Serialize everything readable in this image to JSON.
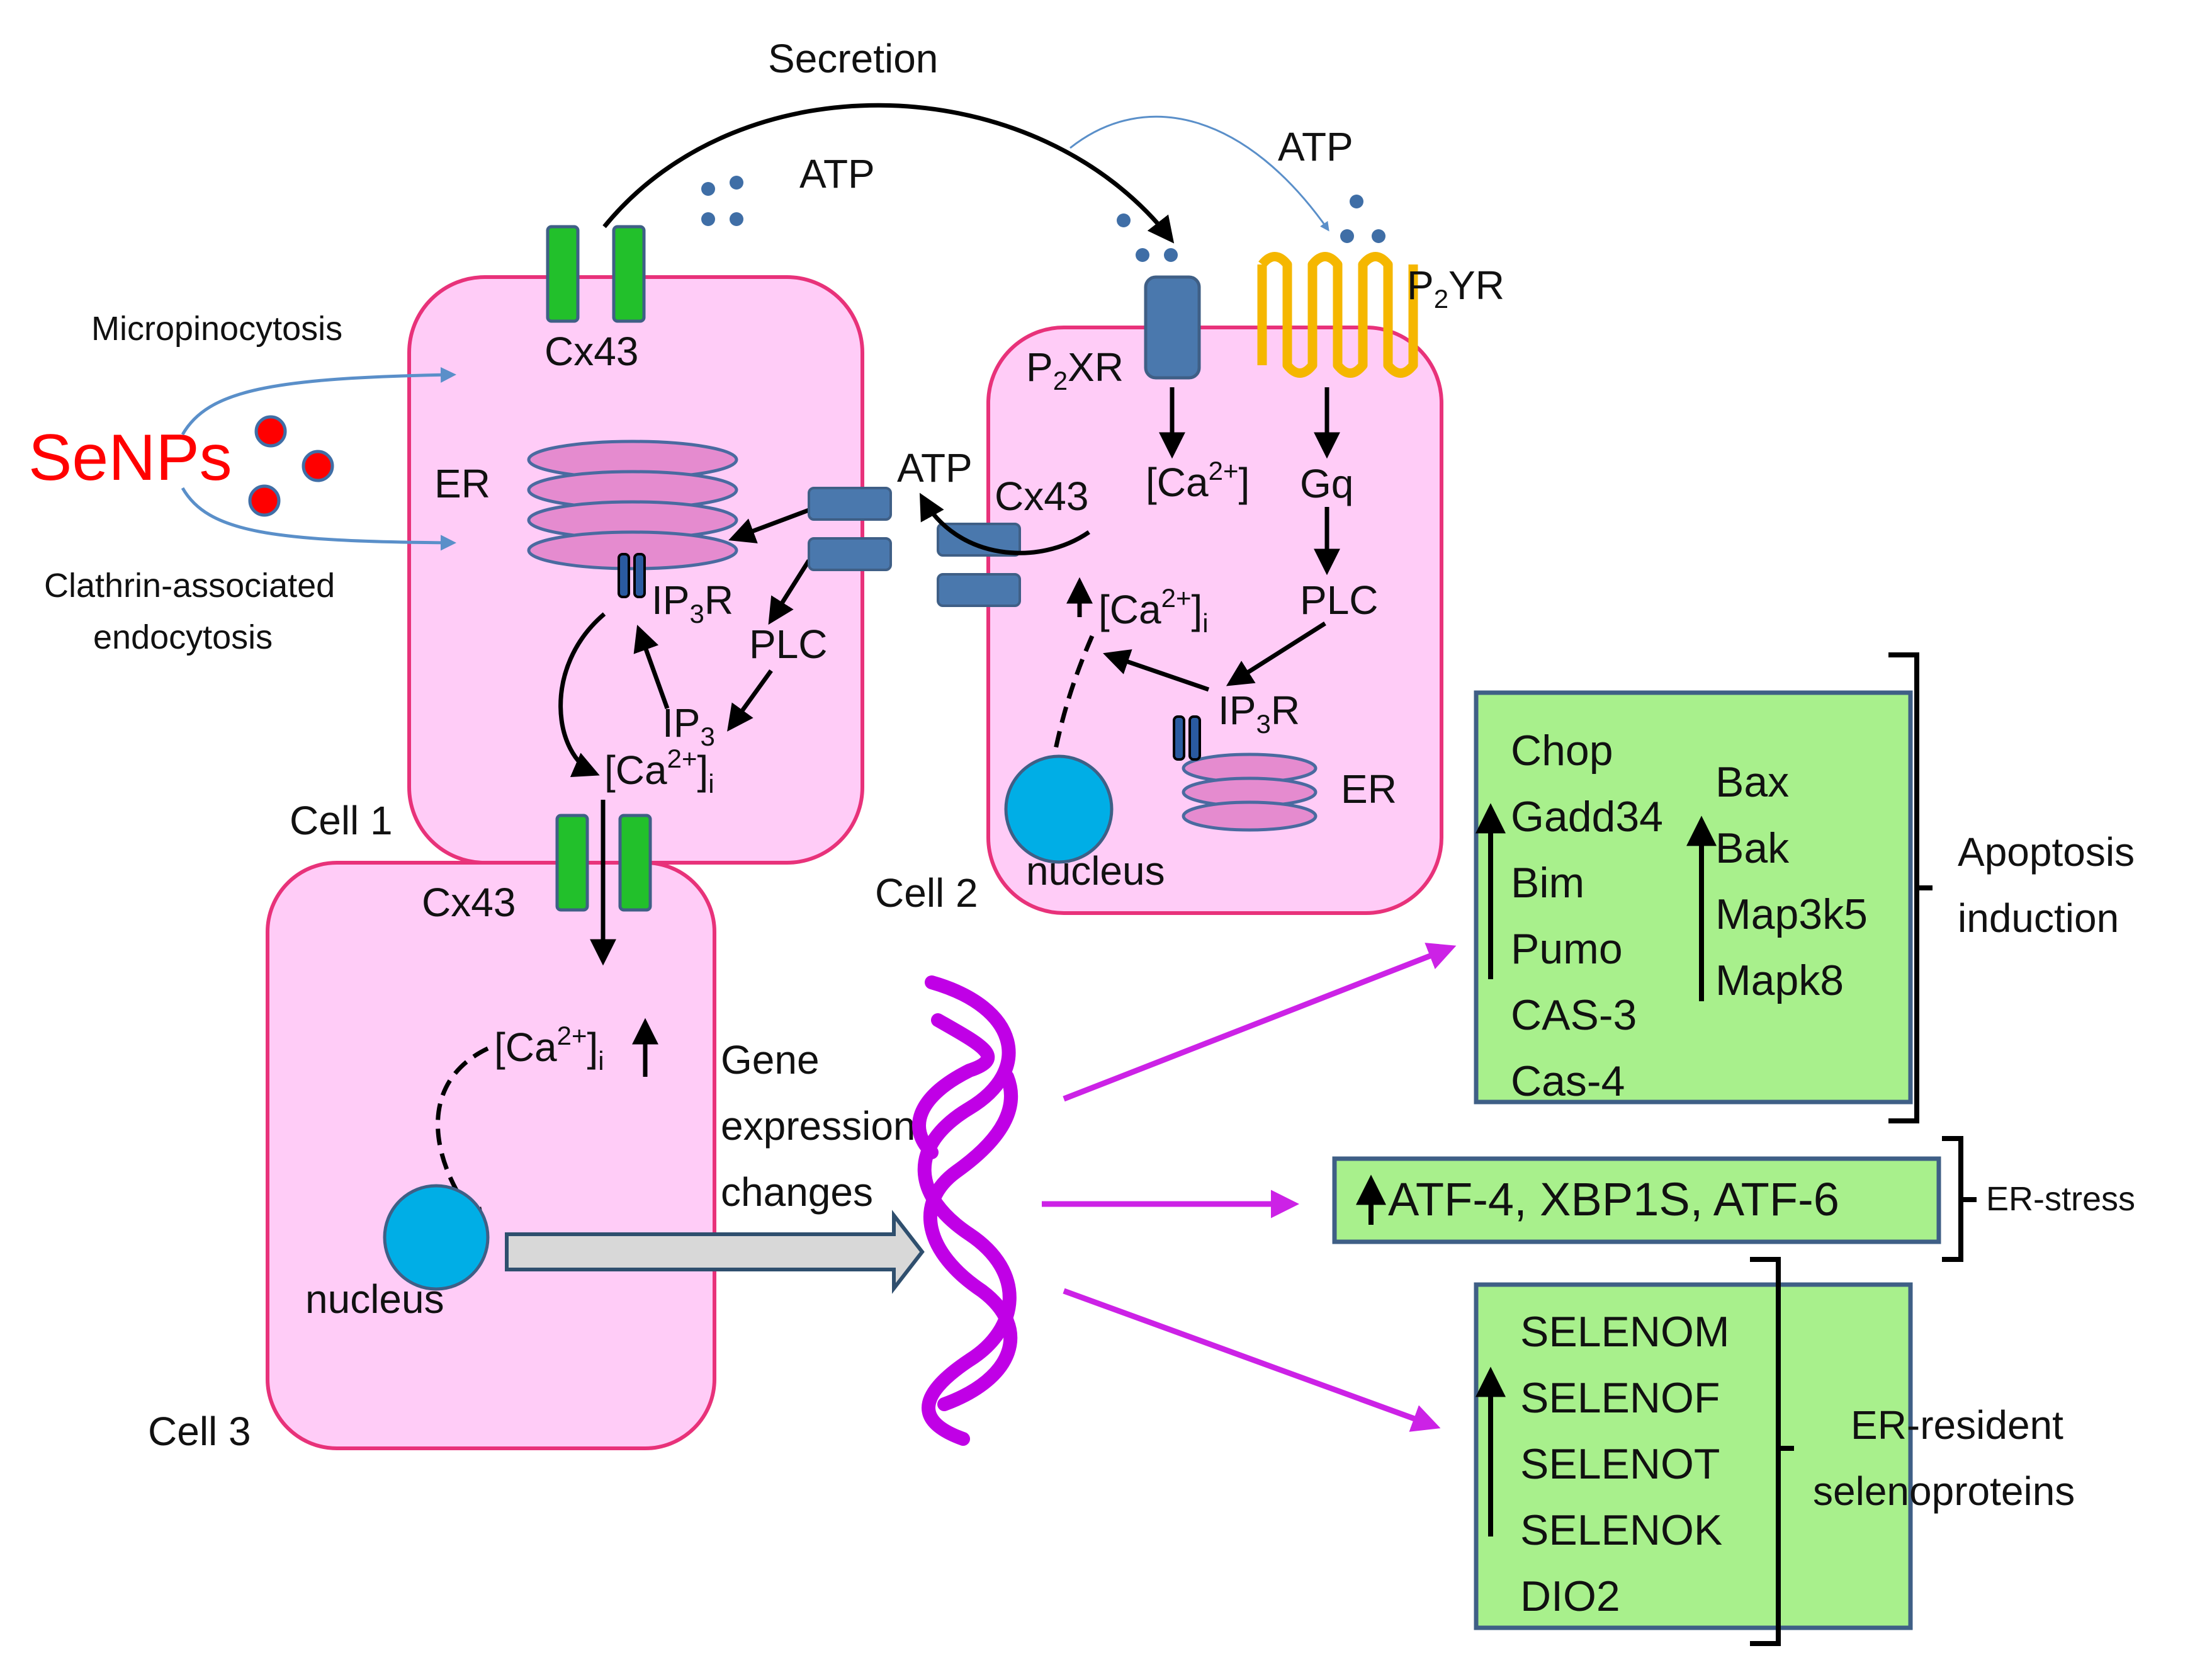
{
  "colors": {
    "cell_fill": "#ffccf7",
    "cell_stroke": "#e8327a",
    "channel_green": "#22c02b",
    "channel_blue": "#4a78ad",
    "er_fill": "#e58bcf",
    "er_stroke": "#4a6aa0",
    "nucleus": "#00aee6",
    "box_fill": "#a8f08c",
    "box_stroke": "#3f5f86",
    "dna": "#c000e6",
    "magenta_arrow": "#cc22e6",
    "senps_red": "#ff0000",
    "p2yr_orange": "#f5b700",
    "uptake_arrow": "#5a8fc9"
  },
  "icons": [
    "atp-dot",
    "senp-particle",
    "gap-junction-connexin",
    "p2x-receptor",
    "p2y-receptor",
    "ip3-receptor",
    "endoplasmic-reticulum",
    "nucleus",
    "dna-helix"
  ],
  "top": {
    "secretion": "Secretion",
    "atp_1": "ATP",
    "atp_2": "ATP"
  },
  "uptake": {
    "senps": "SeNPs",
    "micropinocytosis": "Micropinocytosis",
    "clathrin_line1": "Clathrin-associated",
    "clathrin_line2": "endocytosis"
  },
  "cell1": {
    "label": "Cell 1",
    "cx43": "Cx43",
    "er": "ER",
    "ip3r": "IP",
    "ip3r_sub": "3",
    "ip3r_tail": "R",
    "plc": "PLC",
    "ip3": "IP",
    "ip3_sub": "3",
    "ca": "[Ca",
    "ca_sup": "2+",
    "ca_close": "]",
    "ca_sub": "i"
  },
  "cell2": {
    "label": "Cell 2",
    "p2xr": "P",
    "p2xr_sub": "2",
    "p2xr_tail": "XR",
    "p2yr": "P",
    "p2yr_sub": "2",
    "p2yr_tail": "YR",
    "ca_influx": "[Ca",
    "ca_influx_sup": "2+",
    "ca_influx_close": "]",
    "gq": "Gq",
    "plc": "PLC",
    "ip3r": "IP",
    "ip3r_sub": "3",
    "ip3r_tail": "R",
    "er": "ER",
    "cx43": "Cx43",
    "atp": "ATP",
    "ca_i": "[Ca",
    "ca_i_sup": "2+",
    "ca_i_close": "]",
    "ca_i_sub": "i",
    "nucleus": "nucleus"
  },
  "cell3": {
    "label": "Cell 3",
    "cx43": "Cx43",
    "ca": "[Ca",
    "ca_sup": "2+",
    "ca_close": "]",
    "ca_sub": "i",
    "nucleus": "nucleus",
    "gene_line1": "Gene",
    "gene_line2": "expression",
    "gene_line3": "changes"
  },
  "apoptosis": {
    "left_genes": [
      "Chop",
      "Gadd34",
      "Bim",
      "Pumo",
      "CAS-3",
      "Cas-4"
    ],
    "right_genes": [
      "Bax",
      "Bak",
      "Map3k5",
      "Mapk8"
    ],
    "label_line1": "Apoptosis",
    "label_line2": "induction"
  },
  "er_stress": {
    "genes": "ATF-4, XBP1S, ATF-6",
    "label": "ER-stress"
  },
  "selenoproteins": {
    "genes": [
      "SELENOM",
      "SELENOF",
      "SELENOT",
      "SELENOK",
      "DIO2"
    ],
    "label_line1": "ER-resident",
    "label_line2": "selenoproteins"
  }
}
